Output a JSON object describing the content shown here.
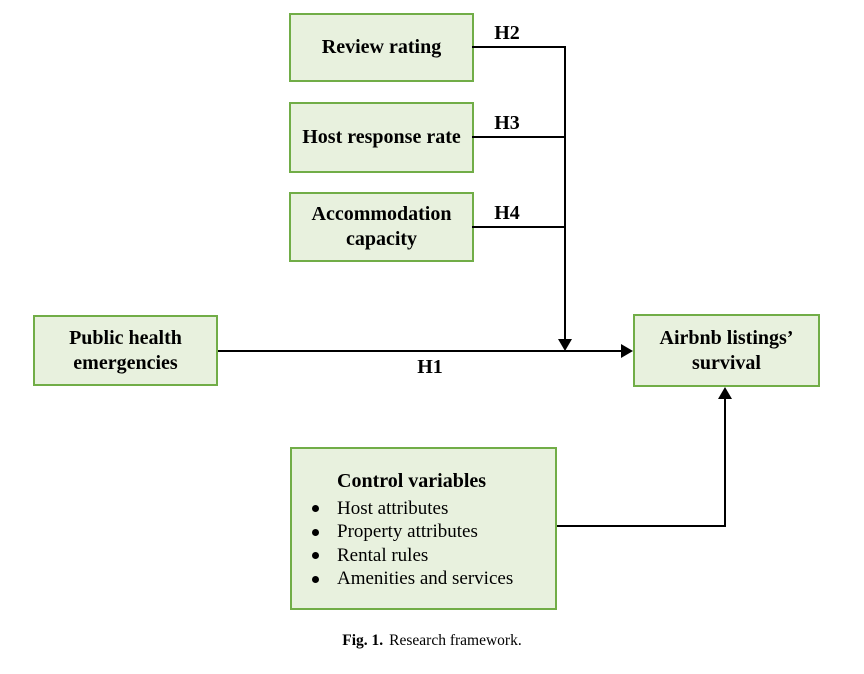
{
  "figure": {
    "boxes": {
      "review_rating": "Review rating",
      "host_response_rate": "Host response rate",
      "accommodation_capacity": "Accommodation capacity",
      "public_health_emergencies": "Public health emergencies",
      "airbnb_survival": "Airbnb listings’ survival",
      "control_variables": {
        "title": "Control variables",
        "items": [
          "Host attributes",
          "Property attributes",
          "Rental rules",
          "Amenities and services"
        ]
      }
    },
    "hypotheses": {
      "h1": "H1",
      "h2": "H2",
      "h3": "H3",
      "h4": "H4"
    },
    "caption": {
      "label": "Fig. 1.",
      "text": "Research framework."
    },
    "colors": {
      "box_fill": "#e8f1de",
      "box_border": "#71ad47",
      "connector": "#000000",
      "text": "#000000"
    }
  }
}
